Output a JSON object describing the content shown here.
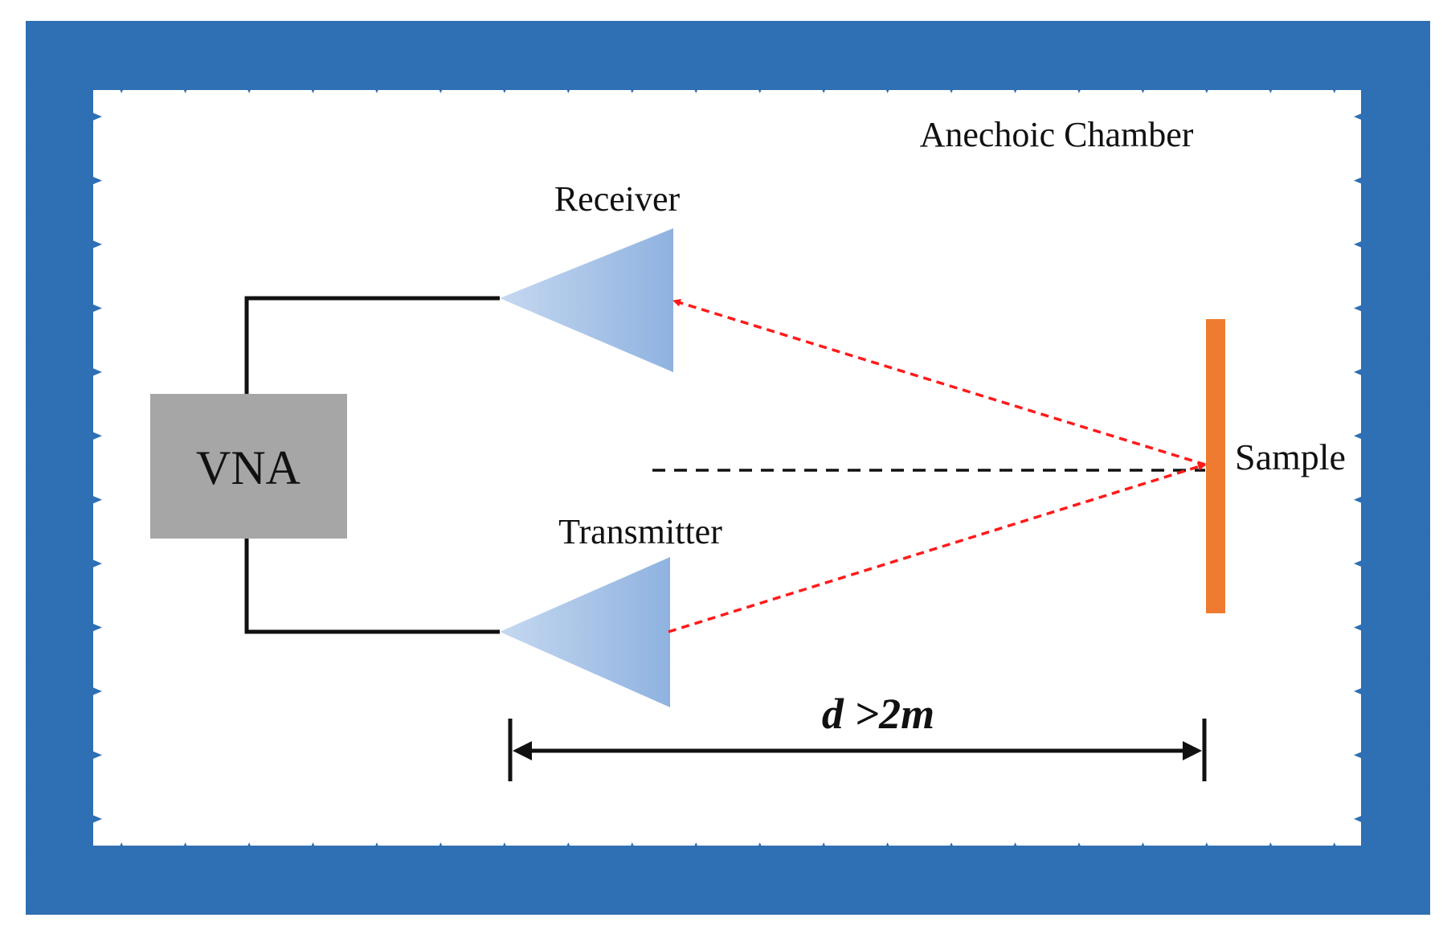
{
  "colors": {
    "absorber": "#2f6fb3",
    "antenna_light": "#c5d8f0",
    "antenna_dark": "#8fb2e0",
    "vna_box": "#a6a6a6",
    "sample": "#ee7b2f",
    "ray": "#ff1a1a",
    "cable": "#111111"
  },
  "labels": {
    "chamber": "Anechoic Chamber",
    "receiver": "Receiver",
    "transmitter": "Transmitter",
    "vna": "VNA",
    "sample": "Sample",
    "distance": "d >2m"
  },
  "icons": {
    "receiver": "horn-antenna-icon",
    "transmitter": "horn-antenna-icon",
    "distance_marker": "double-arrow-icon"
  }
}
